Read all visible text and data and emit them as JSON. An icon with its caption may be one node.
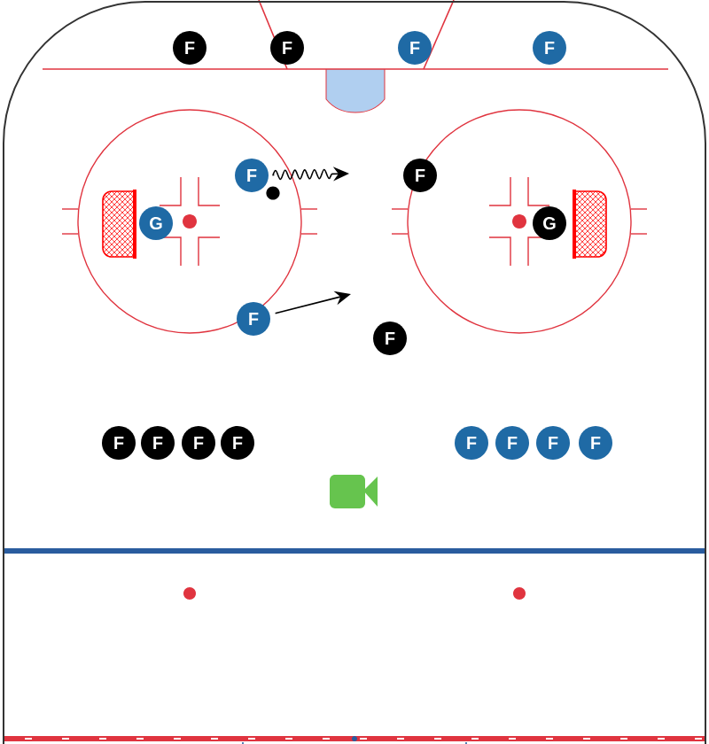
{
  "diagram": {
    "nodes": [
      {
        "text": [
          "F"
        ]
      },
      {
        "text": [
          "F"
        ]
      },
      {
        "text": [
          "F"
        ]
      },
      {
        "text": [
          "F"
        ]
      },
      {
        "text": [
          "F"
        ]
      },
      {
        "text": [
          "F"
        ]
      },
      {
        "text": [
          "G"
        ]
      },
      {
        "text": [
          "G"
        ]
      },
      {
        "text": [
          "F"
        ]
      },
      {
        "text": [
          "F"
        ]
      },
      {
        "text": [
          "F"
        ]
      },
      {
        "text": [
          "F"
        ]
      },
      {
        "text": [
          "F"
        ]
      },
      {
        "text": [
          "F"
        ]
      },
      {
        "text": [
          "F"
        ]
      },
      {
        "text": [
          "F"
        ]
      },
      {
        "text": [
          "F"
        ]
      },
      {
        "text": [
          "F"
        ]
      }
    ],
    "edges": [
      {
        "from": 4,
        "to": null,
        "arrow": "to"
      },
      {
        "from": 8,
        "to": null,
        "arrow": "to"
      }
    ]
  }
}
